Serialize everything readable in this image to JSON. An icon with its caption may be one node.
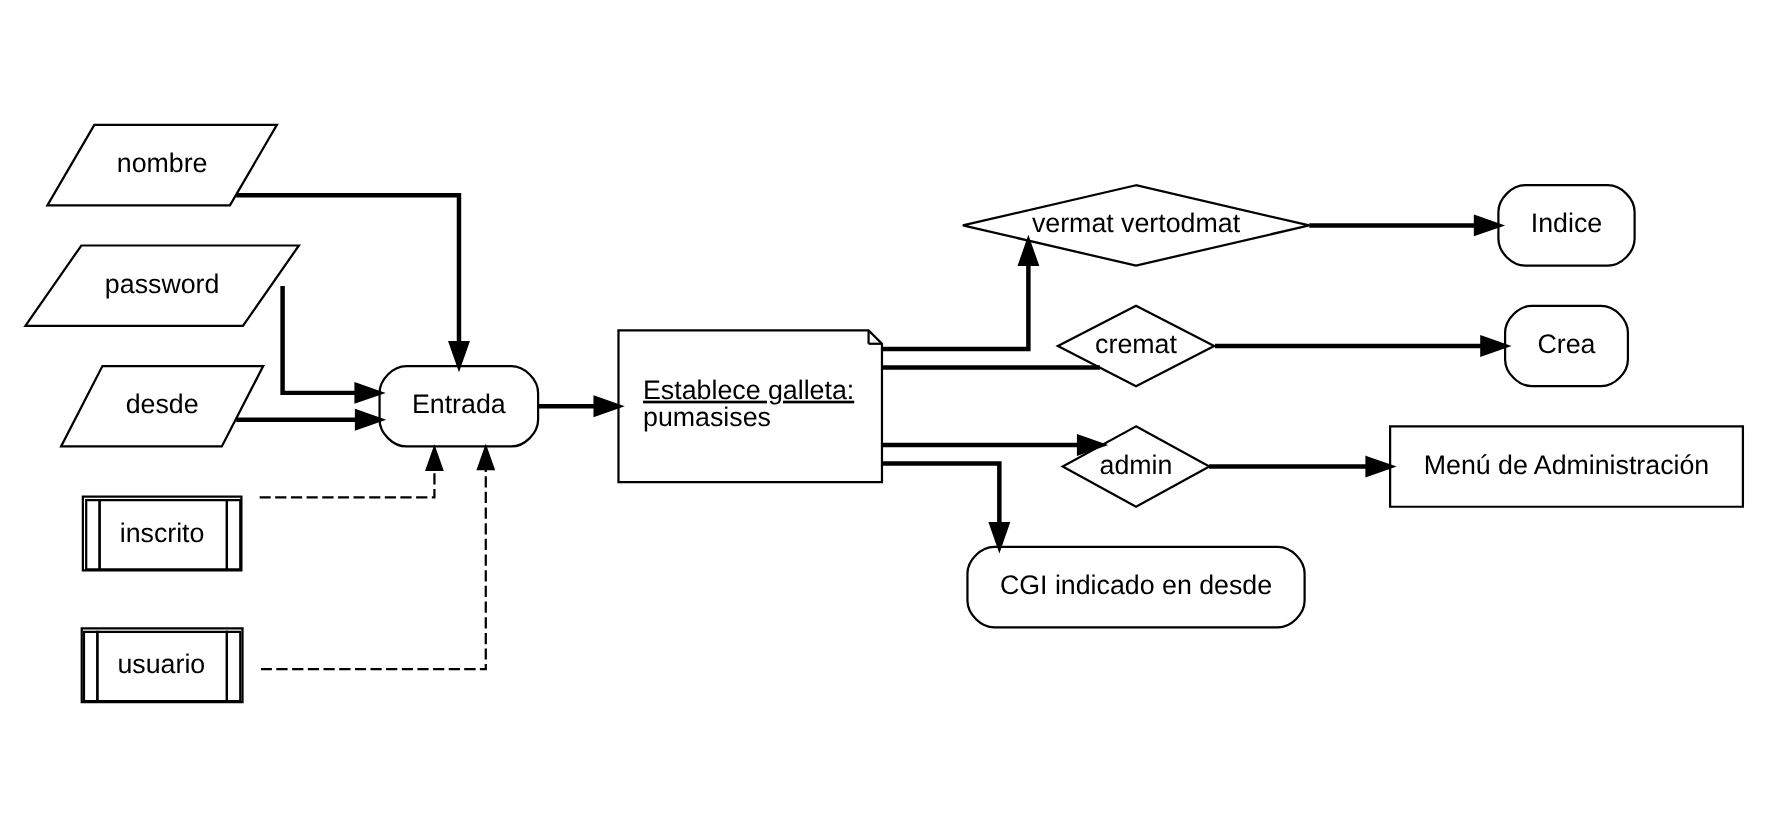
{
  "diagram": {
    "nodes": [
      {
        "text": [
          "nombre"
        ]
      },
      {
        "text": [
          "password"
        ]
      },
      {
        "text": [
          "desde"
        ]
      },
      {
        "text": [
          "Entrada"
        ]
      },
      {
        "text": [
          "inscrito"
        ]
      },
      {
        "text": [
          "usuario"
        ]
      },
      {
        "text": [
          "Establece galleta:",
          "pumasises"
        ]
      },
      {
        "text": [
          "vermat vertodmat"
        ]
      },
      {
        "text": [
          "Indice"
        ]
      },
      {
        "text": [
          "cremat"
        ]
      },
      {
        "text": [
          "Crea"
        ]
      },
      {
        "text": [
          "admin"
        ]
      },
      {
        "text": [
          "Menú de Administración"
        ]
      },
      {
        "text": [
          "CGI indicado en desde"
        ]
      }
    ],
    "edges": [
      {
        "from": 0,
        "to": 3,
        "arrow": "to"
      },
      {
        "from": 1,
        "to": 3,
        "arrow": "to"
      },
      {
        "from": 2,
        "to": 3,
        "arrow": "to"
      },
      {
        "from": 4,
        "to": 3,
        "arrow": "to",
        "style": "dashed"
      },
      {
        "from": 5,
        "to": 3,
        "arrow": "to",
        "style": "dashed"
      },
      {
        "from": 3,
        "to": 6,
        "arrow": "to"
      },
      {
        "from": 6,
        "to": 7,
        "arrow": "to"
      },
      {
        "from": 7,
        "to": 8,
        "arrow": "to"
      },
      {
        "from": 6,
        "to": 9,
        "arrow": "none"
      },
      {
        "from": 9,
        "to": 10,
        "arrow": "to"
      },
      {
        "from": 6,
        "to": 11,
        "arrow": "to"
      },
      {
        "from": 11,
        "to": 12,
        "arrow": "to"
      },
      {
        "from": 6,
        "to": 13,
        "arrow": "to"
      }
    ]
  }
}
